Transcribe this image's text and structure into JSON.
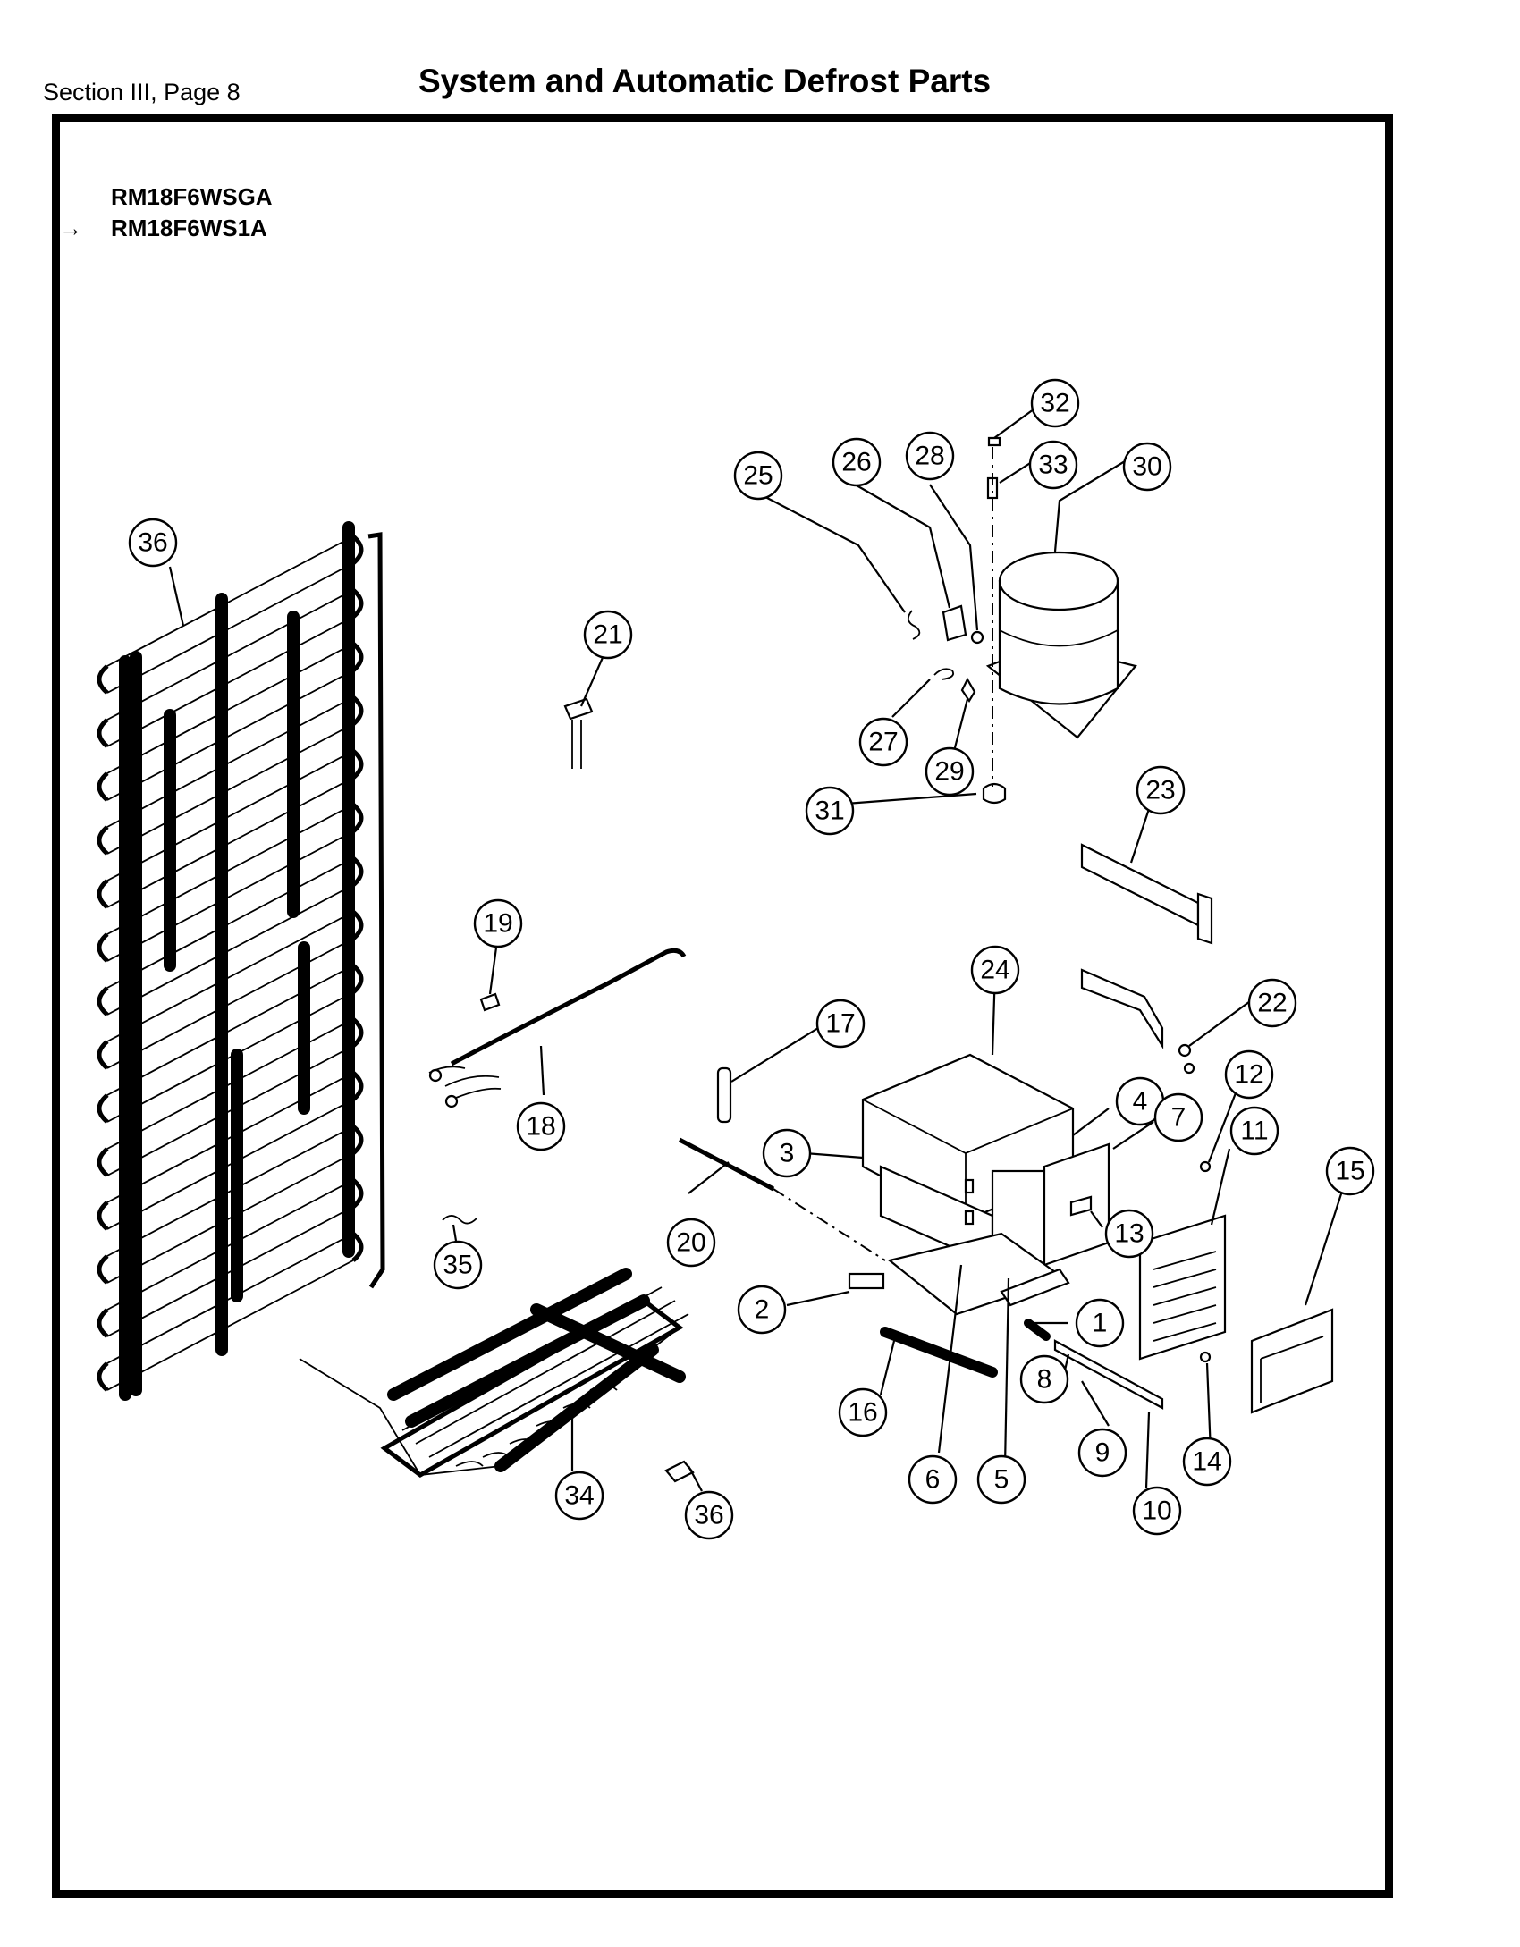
{
  "header": {
    "section_label": "Section III, Page 8",
    "title": "System and Automatic Defrost Parts"
  },
  "models": [
    "RM18F6WSGA",
    "RM18F6WS1A"
  ],
  "model_arrow": "→",
  "callouts": [
    "1",
    "2",
    "3",
    "4",
    "5",
    "6",
    "7",
    "8",
    "9",
    "10",
    "11",
    "12",
    "13",
    "14",
    "15",
    "16",
    "17",
    "18",
    "19",
    "20",
    "21",
    "22",
    "23",
    "24",
    "25",
    "26",
    "27",
    "28",
    "29",
    "30",
    "31",
    "32",
    "33",
    "34",
    "35",
    "36",
    "36"
  ]
}
